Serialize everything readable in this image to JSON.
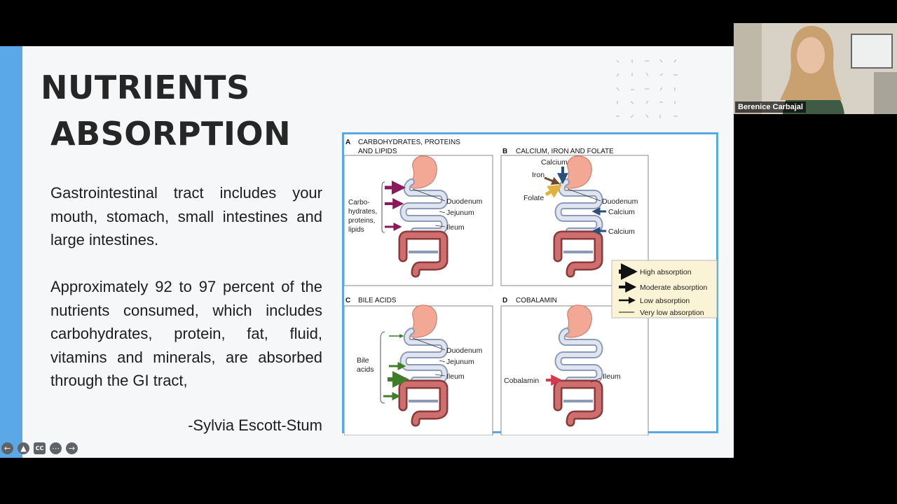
{
  "slide": {
    "title_line1": "NUTRIENTS",
    "title_line2": "ABSORPTION",
    "paragraph1": "Gastrointestinal tract includes your mouth, stomach, small intestines and large intestines.",
    "paragraph2": "Approximately 92 to 97 percent of the nutrients consumed, which includes carbohydrates, protein, fat, fluid, vitamins and minerals, are absorbed through the GI tract,",
    "attribution": "-Sylvia Escott-Stum"
  },
  "figure": {
    "panel_a": {
      "letter": "A",
      "title_l1": "CARBOHYDRATES, PROTEINS",
      "title_l2": "AND LIPIDS",
      "group_l1": "Carbo-",
      "group_l2": "hydrates,",
      "group_l3": "proteins,",
      "group_l4": "lipids",
      "duodenum": "Duodenum",
      "jejunum": "Jejunum",
      "ileum": "Ileum"
    },
    "panel_b": {
      "letter": "B",
      "title": "CALCIUM, IRON AND FOLATE",
      "calcium_top": "Calcium",
      "iron": "Iron",
      "folate": "Folate",
      "duodenum": "Duodenum",
      "calcium_1": "Calcium",
      "calcium_2": "Calcium"
    },
    "panel_c": {
      "letter": "C",
      "title": "BILE ACIDS",
      "group_l1": "Bile",
      "group_l2": "acids",
      "duodenum": "Duodenum",
      "jejunum": "Jejunum",
      "ileum": "Ileum"
    },
    "panel_d": {
      "letter": "D",
      "title": "COBALAMIN",
      "cobalamin": "Cobalamin",
      "ileum": "Ileum"
    },
    "legend": {
      "high": "High absorption",
      "moderate": "Moderate absorption",
      "low": "Low absorption",
      "very_low": "Very low absorption"
    }
  },
  "controls": {
    "back_icon": "arrow-left-icon",
    "pen_icon": "pen-icon",
    "captions_label": "CC",
    "more_icon": "more-icon",
    "forward_icon": "arrow-right-icon"
  },
  "participant": {
    "name": "Berenice Carbajal"
  },
  "colors": {
    "accent": "#5aa9e6",
    "arrow_purple": "#8a1a5c",
    "arrow_green": "#3f7d2a",
    "arrow_blue": "#2a4f7a",
    "arrow_red": "#d63a4f",
    "legend_bg": "#fbf3d6"
  }
}
